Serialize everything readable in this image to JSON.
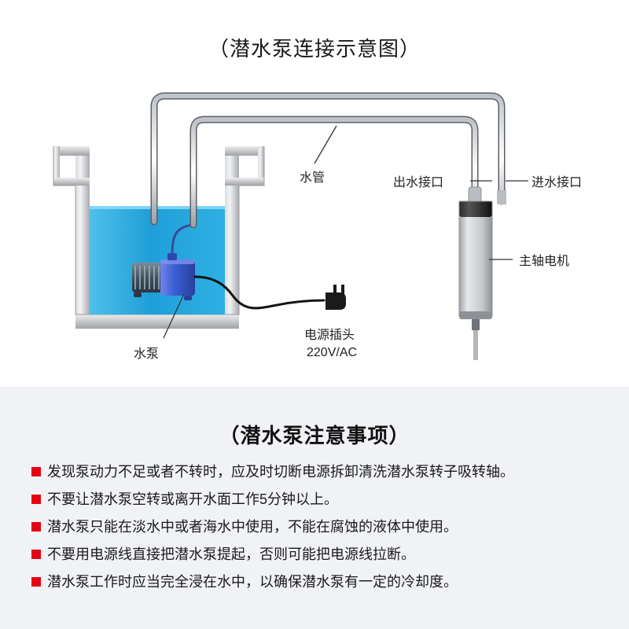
{
  "diagram": {
    "title": "（潜水泵连接示意图）",
    "labels": {
      "pipe": "水管",
      "outlet": "出水接口",
      "inlet": "进水接口",
      "motor": "主轴电机",
      "pump": "水泵",
      "plug_line1": "电源插头",
      "plug_line2": "220V/AC"
    },
    "colors": {
      "water": "#29a3dc",
      "pump_body": "#3a5fd0",
      "tank_wall": "#b9bcc0",
      "motor_body": "#c9cccf",
      "motor_cap": "#1a1a1a",
      "line": "#3a3a3a"
    }
  },
  "notes": {
    "title": "（潜水泵注意事项）",
    "items": [
      "发现泵动力不足或者不转时，应及时切断电源拆卸清洗潜水泵转子吸转轴。",
      "不要让潜水泵空转或离开水面工作5分钟以上。",
      "潜水泵只能在淡水中或者海水中使用，不能在腐蚀的液体中使用。",
      "不要用电源线直接把潜水泵提起，否则可能把电源线拉断。",
      "潜水泵工作时应当完全浸在水中，以确保潜水泵有一定的冷却度。"
    ],
    "bullet_color": "#e60012"
  }
}
